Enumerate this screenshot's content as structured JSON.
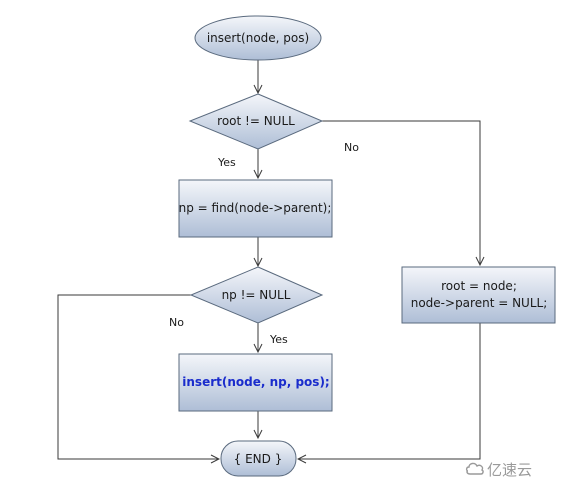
{
  "nodes": {
    "start": {
      "label": "insert(node, pos)",
      "shape": "ellipse"
    },
    "cond_root": {
      "label": "root != NULL",
      "shape": "diamond"
    },
    "find_parent": {
      "label": "np = find(node->parent);",
      "shape": "rectangle"
    },
    "cond_np": {
      "label": "np != NULL",
      "shape": "diamond"
    },
    "insert_call": {
      "label": "insert(node, np, pos);",
      "shape": "rectangle",
      "emphasis": "bold-blue"
    },
    "set_root_line1": {
      "label": "root = node;",
      "shape": "rectangle"
    },
    "set_root_line2": {
      "label": "node->parent = NULL;",
      "shape": "rectangle"
    },
    "end": {
      "label": "{ END }",
      "shape": "rounded"
    }
  },
  "edge_labels": {
    "root_yes": "Yes",
    "root_no": "No",
    "np_yes": "Yes",
    "np_no": "No"
  },
  "edges": [
    {
      "from": "start",
      "to": "cond_root"
    },
    {
      "from": "cond_root",
      "to": "find_parent",
      "label": "Yes"
    },
    {
      "from": "cond_root",
      "to": "set_root",
      "label": "No"
    },
    {
      "from": "find_parent",
      "to": "cond_np"
    },
    {
      "from": "cond_np",
      "to": "insert_call",
      "label": "Yes"
    },
    {
      "from": "cond_np",
      "to": "end",
      "label": "No"
    },
    {
      "from": "insert_call",
      "to": "end"
    },
    {
      "from": "set_root",
      "to": "end"
    }
  ],
  "watermark": {
    "text": "亿速云"
  },
  "colors": {
    "node_fill_top": "#f4f6fa",
    "node_fill_bottom": "#aebed6",
    "node_stroke": "#5a6a7e",
    "edge": "#3a3a3a",
    "emphasis_text": "#1a2ccc"
  }
}
